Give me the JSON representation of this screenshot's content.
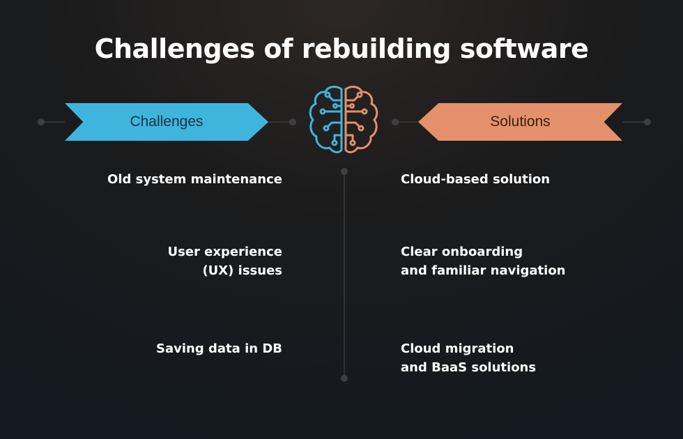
{
  "title": "Challenges of rebuilding software",
  "challenges": {
    "header": "Challenges",
    "color": "#3fb5de",
    "items": [
      "Old system maintenance",
      "User experience\n(UX) issues",
      "Saving data in DB"
    ]
  },
  "solutions": {
    "header": "Solutions",
    "color": "#e4906b",
    "items": [
      "Cloud-based solution",
      "Clear onboarding\nand familiar navigation",
      "Cloud migration\nand BaaS solutions"
    ]
  },
  "icon": "brain-circuit-icon"
}
